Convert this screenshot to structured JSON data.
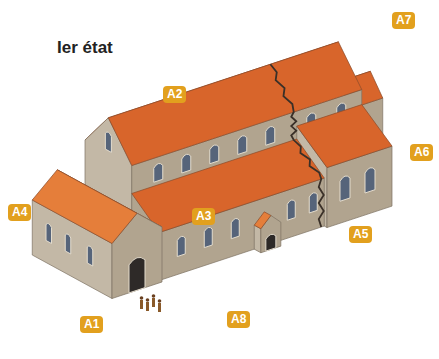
{
  "diagram": {
    "title": "Ier état",
    "labels": [
      "A7",
      "A2",
      "A6",
      "A4",
      "A3",
      "A5",
      "A8",
      "A1"
    ]
  }
}
